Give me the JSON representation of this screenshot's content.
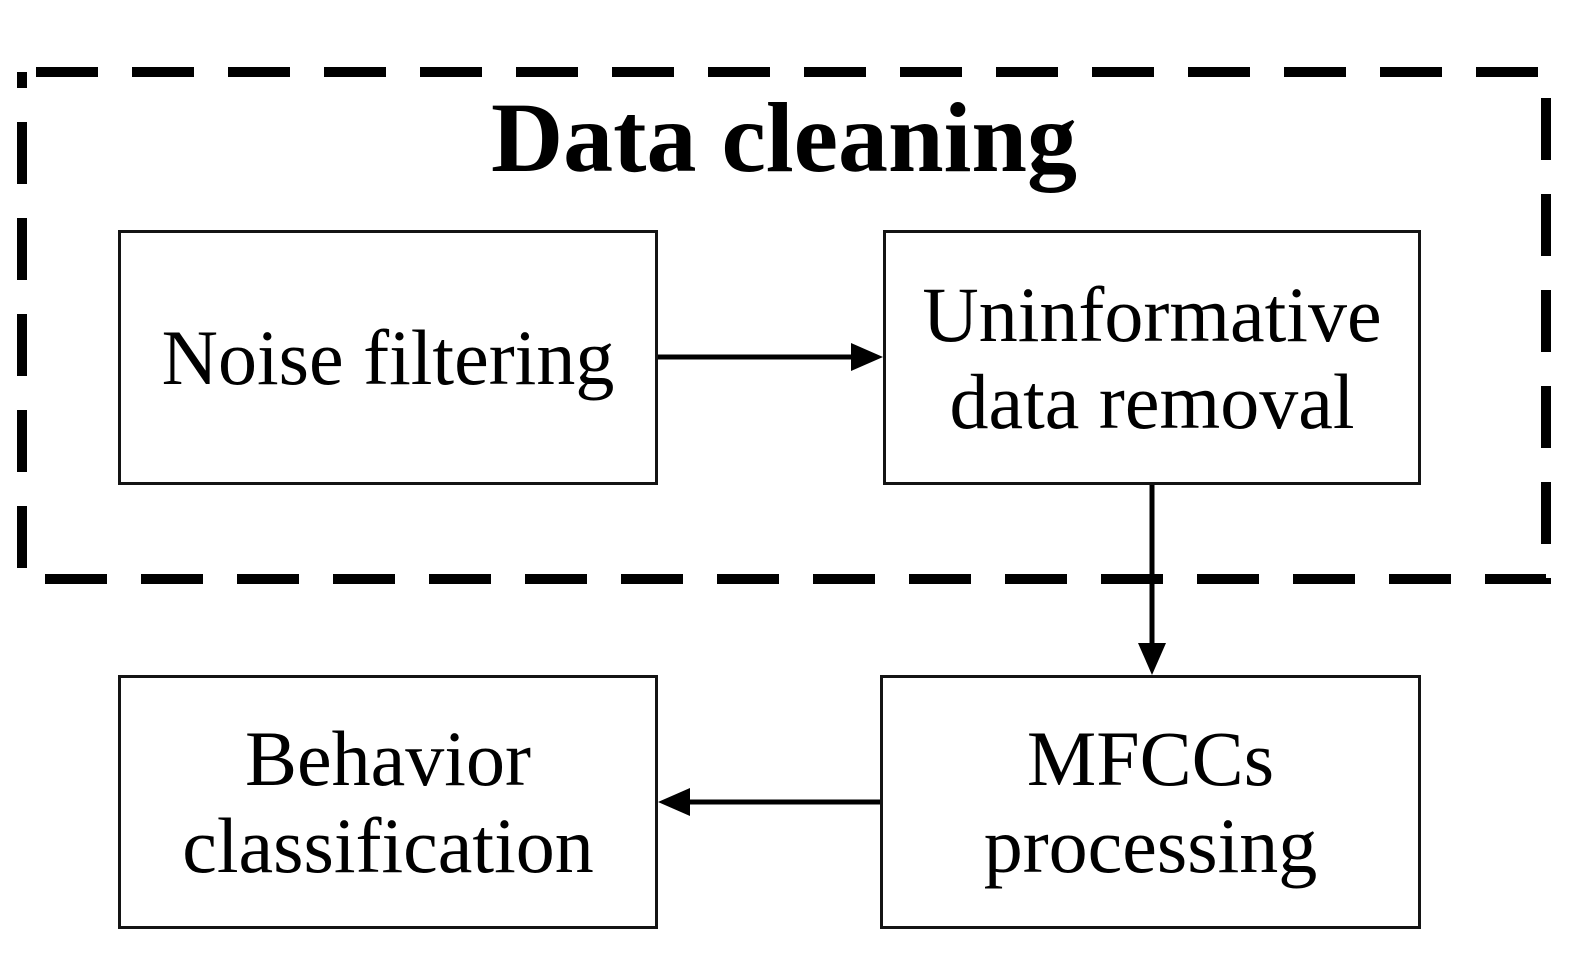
{
  "diagram": {
    "type": "flowchart",
    "background": "#ffffff",
    "line_color": "#000000",
    "group": {
      "title": "Data cleaning",
      "border_style": "dashed"
    },
    "nodes": [
      {
        "id": "noise-filtering",
        "lines": [
          "Noise filtering"
        ]
      },
      {
        "id": "uninformative-data-removal",
        "lines": [
          "Uninformative",
          "data removal"
        ]
      },
      {
        "id": "behavior-classification",
        "lines": [
          "Behavior",
          "classification"
        ]
      },
      {
        "id": "mfccs-processing",
        "lines": [
          "MFCCs",
          "processing"
        ]
      }
    ],
    "edges": [
      {
        "from": "noise-filtering",
        "to": "uninformative-data-removal",
        "direction": "right"
      },
      {
        "from": "uninformative-data-removal",
        "to": "mfccs-processing",
        "direction": "down"
      },
      {
        "from": "mfccs-processing",
        "to": "behavior-classification",
        "direction": "left"
      }
    ]
  }
}
